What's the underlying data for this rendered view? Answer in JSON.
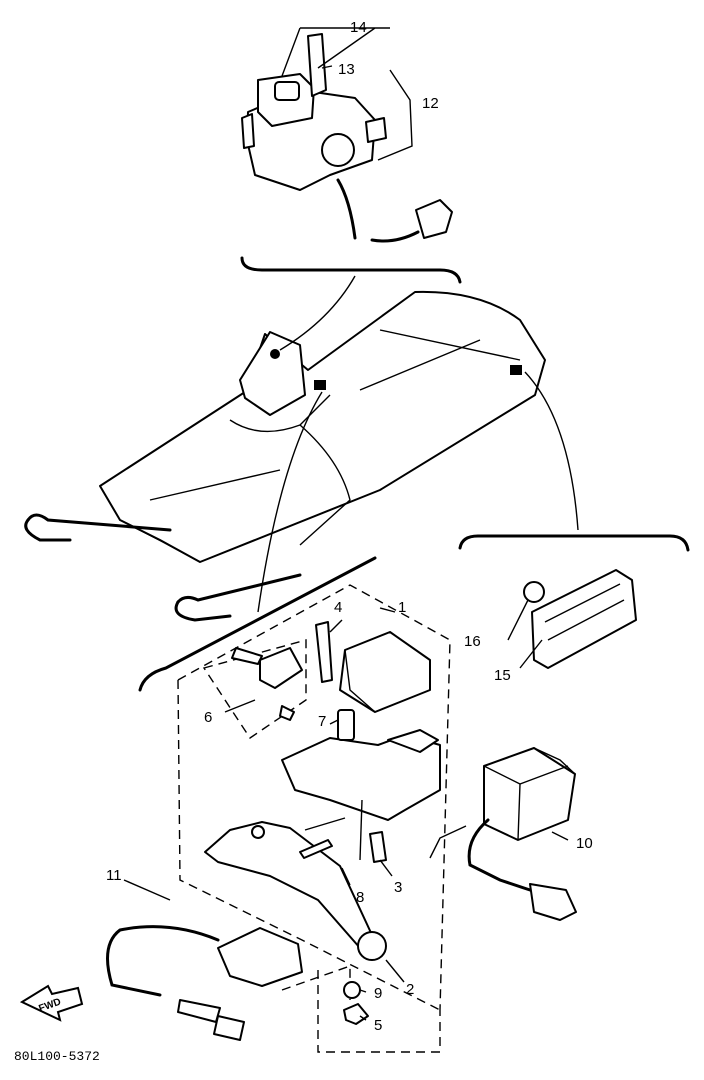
{
  "callouts": {
    "c1": "1",
    "c2": "2",
    "c3": "3",
    "c4": "4",
    "c5": "5",
    "c6": "6",
    "c7": "7",
    "c8": "8",
    "c9": "9",
    "c10": "10",
    "c11": "11",
    "c12": "12",
    "c13": "13",
    "c14": "14",
    "c15": "15",
    "c16": "16"
  },
  "direction_badge": "FWD",
  "diagram_code": "80L100-5372"
}
